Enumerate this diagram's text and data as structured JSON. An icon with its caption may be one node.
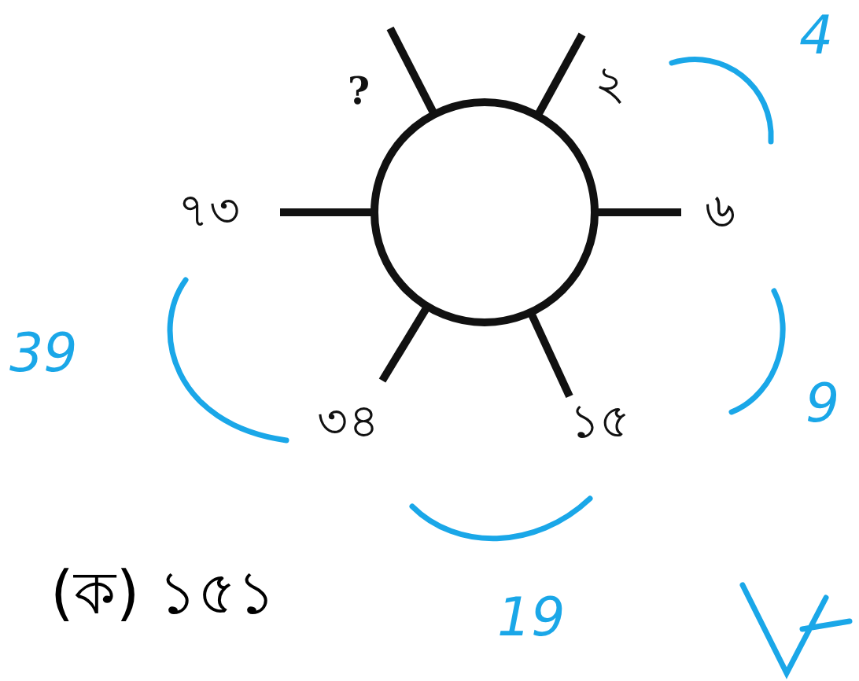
{
  "diagram": {
    "nodes": [
      {
        "text": [],
        "shape": "circle"
      },
      {
        "text": [
          "?"
        ]
      },
      {
        "text": [
          "২"
        ]
      },
      {
        "text": [
          "৭৩"
        ]
      },
      {
        "text": [
          "৬"
        ]
      },
      {
        "text": [
          "৩৪"
        ]
      },
      {
        "text": [
          "১৫"
        ]
      }
    ],
    "edges": [
      {
        "from": 0,
        "to": 1,
        "arrow": "none"
      },
      {
        "from": 0,
        "to": 2,
        "arrow": "none"
      },
      {
        "from": 0,
        "to": 3,
        "arrow": "none"
      },
      {
        "from": 0,
        "to": 4,
        "arrow": "none"
      },
      {
        "from": 0,
        "to": 5,
        "arrow": "none"
      },
      {
        "from": 0,
        "to": 6,
        "arrow": "none"
      }
    ],
    "labels": [
      "4",
      "39",
      "9",
      "(ক) ১৫১",
      "19"
    ]
  }
}
